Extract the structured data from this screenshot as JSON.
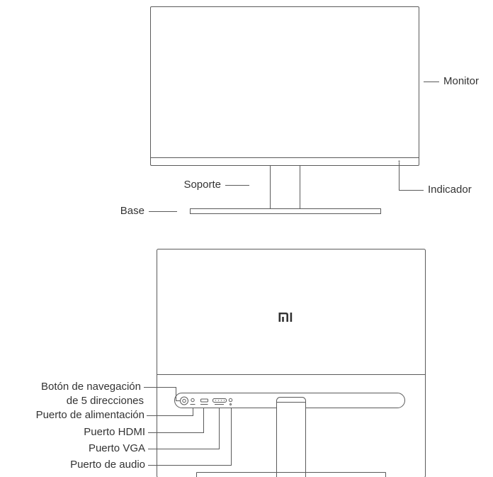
{
  "front_view": {
    "labels": {
      "monitor": "Monitor",
      "indicator": "Indicador",
      "stand": "Soporte",
      "base": "Base"
    }
  },
  "back_view": {
    "logo": "mi",
    "labels": {
      "nav_button_line1": "Botón de navegación",
      "nav_button_line2": "de 5 direcciones",
      "power_port": "Puerto de alimentación",
      "hdmi_port": "Puerto HDMI",
      "vga_port": "Puerto VGA",
      "audio_port": "Puerto de audio"
    }
  },
  "colors": {
    "line": "#5a5a5a",
    "text": "#333333"
  }
}
